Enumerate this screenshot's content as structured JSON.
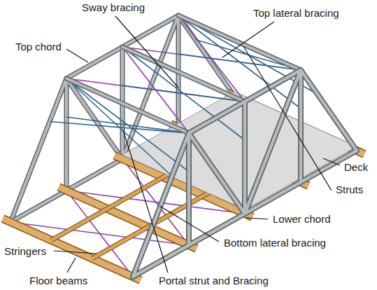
{
  "diagram": {
    "labels": [
      "Sway bracing",
      "Top lateral bracing",
      "Top chord",
      "Deck",
      "Stringers",
      "Struts",
      "Lower chord",
      "Bottom lateral bracing",
      "Portal strut and Bracing",
      "Floor beams"
    ]
  }
}
